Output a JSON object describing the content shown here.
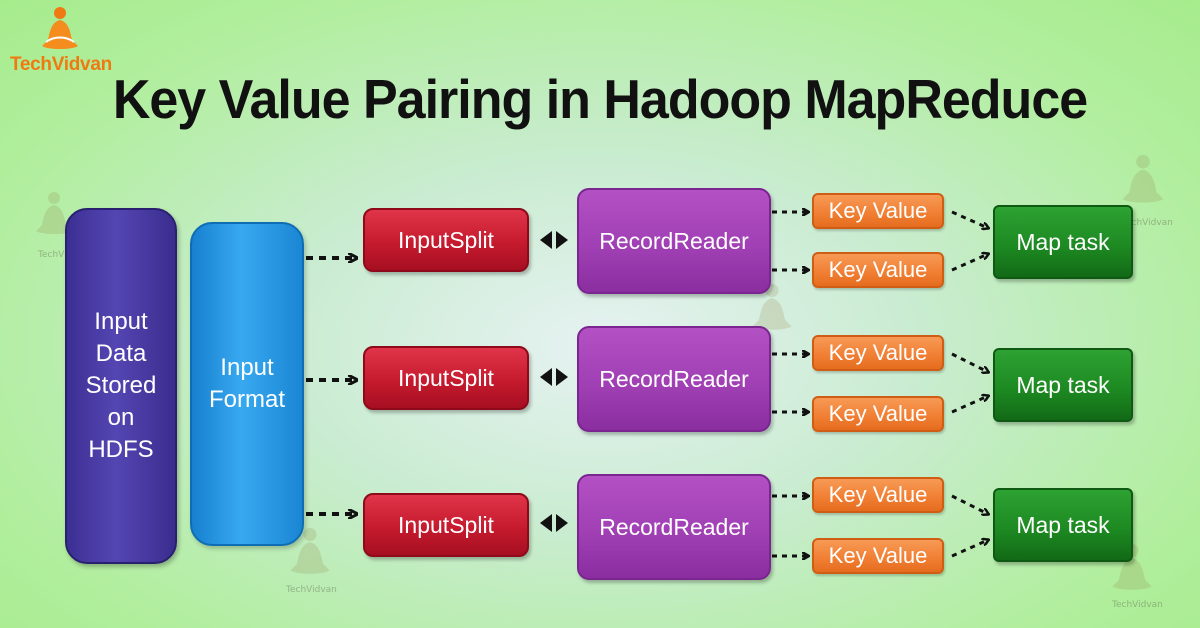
{
  "brand": {
    "name": "TechVidvan",
    "watermark": "TechVidvan"
  },
  "title": "Key Value Pairing in Hadoop MapReduce",
  "diagram": {
    "source": "Input Data Stored on HDFS",
    "format": "Input Format",
    "rows": [
      {
        "split": "InputSplit",
        "reader": "RecordReader",
        "pairs": [
          "Key Value",
          "Key Value"
        ],
        "map": "Map task"
      },
      {
        "split": "InputSplit",
        "reader": "RecordReader",
        "pairs": [
          "Key Value",
          "Key Value"
        ],
        "map": "Map task"
      },
      {
        "split": "InputSplit",
        "reader": "RecordReader",
        "pairs": [
          "Key Value",
          "Key Value"
        ],
        "map": "Map task"
      }
    ]
  },
  "colors": {
    "title": "#111111",
    "brand": "#f07a12",
    "hdfs": "#3c2f93",
    "format": "#1f8fd9",
    "split": "#c61a2e",
    "reader": "#a040b4",
    "kv": "#f07e32",
    "map": "#1d8a22"
  },
  "icons": {
    "logo": "meditation-figure-icon"
  }
}
